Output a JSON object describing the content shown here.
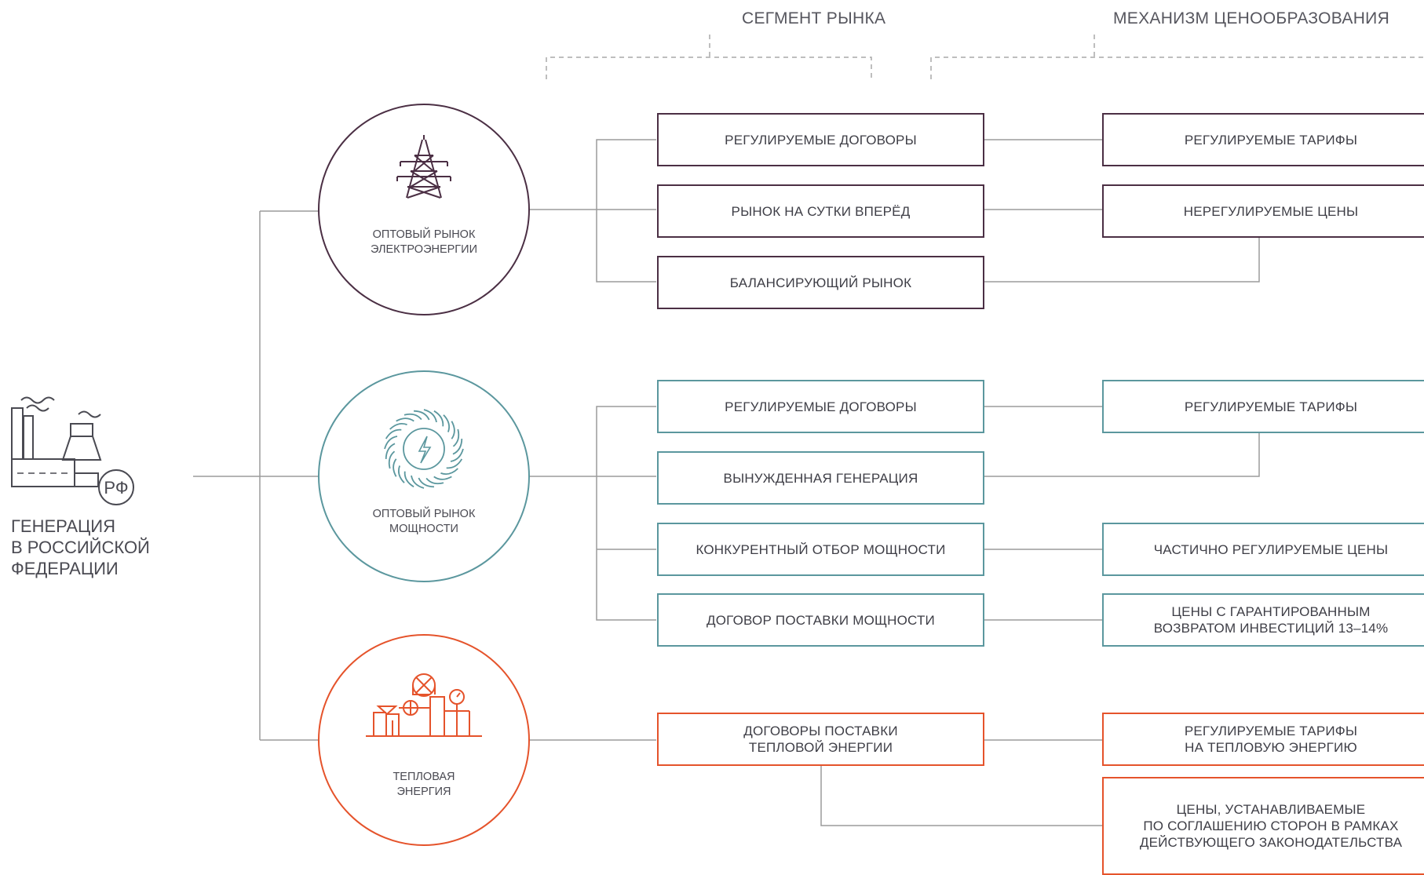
{
  "headers": {
    "segment": "СЕГМЕНТ РЫНКА",
    "pricing": "МЕХАНИЗМ ЦЕНООБРАЗОВАНИЯ"
  },
  "root": {
    "label": "ГЕНЕРАЦИЯ\nВ РОССИЙСКОЙ\nФЕДЕРАЦИИ",
    "badge": "РФ",
    "icon": "power-plant-icon"
  },
  "markets": [
    {
      "label": "ОПТОВЫЙ РЫНОК\nЭЛЕКТРОЭНЕРГИИ",
      "icon": "transmission-tower-icon",
      "color": "#4b2f44"
    },
    {
      "label": "ОПТОВЫЙ РЫНОК\nМОЩНОСТИ",
      "icon": "turbine-icon",
      "color": "#5b979e"
    },
    {
      "label": "ТЕПЛОВАЯ\nЭНЕРГИЯ",
      "icon": "heat-station-icon",
      "color": "#e5532b"
    }
  ],
  "segments": [
    "РЕГУЛИРУЕМЫЕ ДОГОВОРЫ",
    "РЫНОК НА СУТКИ ВПЕРЁД",
    "БАЛАНСИРУЮЩИЙ РЫНОК",
    "РЕГУЛИРУЕМЫЕ ДОГОВОРЫ",
    "ВЫНУЖДЕННАЯ ГЕНЕРАЦИЯ",
    "КОНКУРЕНТНЫЙ ОТБОР МОЩНОСТИ",
    "ДОГОВОР ПОСТАВКИ МОЩНОСТИ",
    "ДОГОВОРЫ ПОСТАВКИ\nТЕПЛОВОЙ ЭНЕРГИИ"
  ],
  "pricing": [
    "РЕГУЛИРУЕМЫЕ ТАРИФЫ",
    "НЕРЕГУЛИРУЕМЫЕ ЦЕНЫ",
    "РЕГУЛИРУЕМЫЕ ТАРИФЫ",
    "ЧАСТИЧНО РЕГУЛИРУЕМЫЕ ЦЕНЫ",
    "ЦЕНЫ С ГАРАНТИРОВАННЫМ\nВОЗВРАТОМ ИНВЕСТИЦИЙ 13–14%",
    "РЕГУЛИРУЕМЫЕ ТАРИФЫ\nНА ТЕПЛОВУЮ ЭНЕРГИЮ",
    "ЦЕНЫ, УСТАНАВЛИВАЕМЫЕ\nПО СОГЛАШЕНИЮ СТОРОН В РАМКАХ\nДЕЙСТВУЮЩЕГО ЗАКОНОДАТЕЛЬСТВА"
  ],
  "colors": {
    "line": "#9b9b9b",
    "dash": "#a8a8a8",
    "purple": "#4b2f44",
    "teal": "#5b979e",
    "orange": "#e5532b"
  }
}
